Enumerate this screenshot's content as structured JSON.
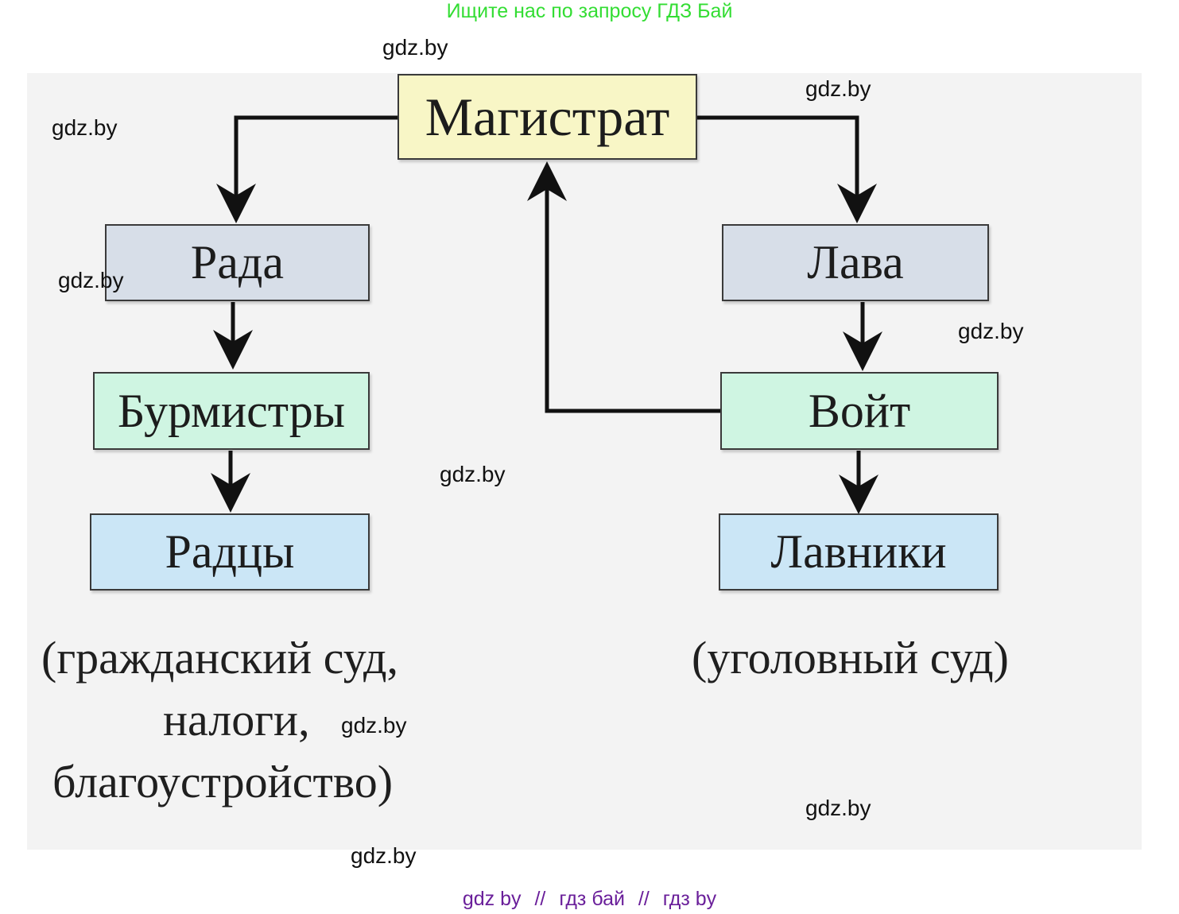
{
  "banner": "Ищите нас по запросу ГДЗ Бай",
  "nodes": {
    "magistrat": "Магистрат",
    "rada": "Рада",
    "burmistry": "Бурмистры",
    "radtsy": "Радцы",
    "lava": "Лава",
    "voit": "Войт",
    "lavniki": "Лавники"
  },
  "notes": {
    "left_line1": "(гражданский суд,",
    "left_line2": "налоги,",
    "left_line3": "благоустройство)",
    "right_line1": "(уголовный суд)"
  },
  "watermark": "gdz.by",
  "footer": {
    "part1": "gdz by",
    "part2": "гдз бай",
    "part3": "гдз by",
    "separator": "//"
  },
  "colors": {
    "banner": "#33dd33",
    "footer": "#6a1f9a",
    "magistrat_fill": "#f8f6c6",
    "rada_lava_fill": "#d7dee8",
    "burmistry_voit_fill": "#cff5e2",
    "radtsy_lavniki_fill": "#cbe6f6"
  }
}
